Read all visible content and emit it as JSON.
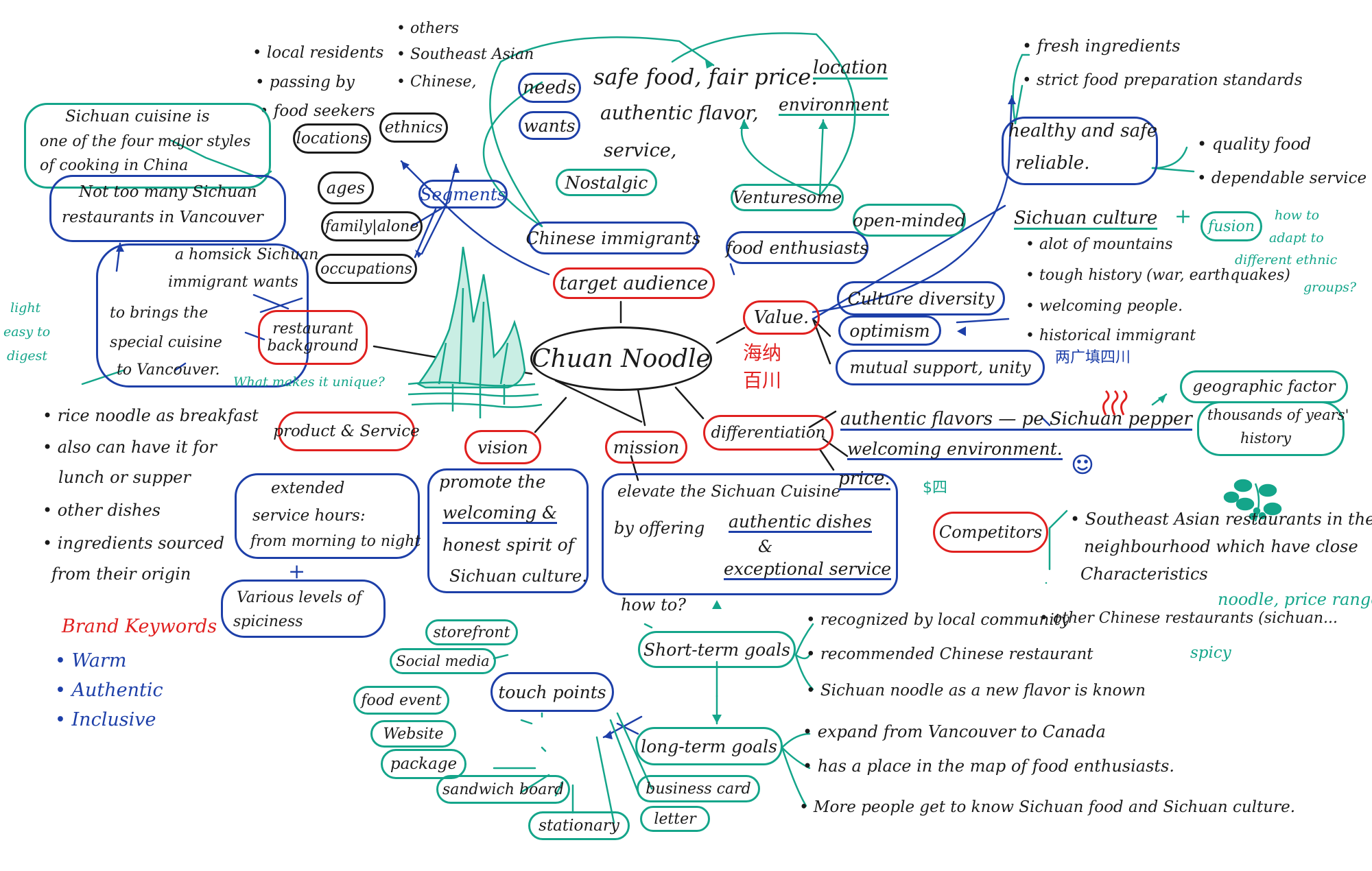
{
  "center": "Chuan Noodle",
  "target_audience": {
    "label": "target audience",
    "chinese_immigrants": "Chinese immigrants",
    "food_enthusiasts": "food enthusiasts",
    "nostalgic": "Nostalgic",
    "venturesome": "Venturesome",
    "open_minded": "open-minded",
    "needs": "needs",
    "needs_text": "safe food, fair price.",
    "location": "location",
    "wants": "wants",
    "wants_text": "authentic flavor,",
    "environment": "environment",
    "service": "service,"
  },
  "segments": {
    "label": "Segments",
    "ages": "ages",
    "family": "family|alone",
    "occupations": "occupations",
    "locations": "locations",
    "ethnics": "ethnics",
    "location_items": [
      "local residents",
      "passing by",
      "food seekers"
    ],
    "ethnic_items": [
      "others",
      "Southeast Asian",
      "Chinese,"
    ]
  },
  "background": {
    "label": "restaurant background",
    "line1": "restaurant",
    "line2": "background",
    "fact1": [
      "Sichuan cuisine is",
      "one of the four major styles",
      "of cooking in China"
    ],
    "fact2": [
      "Not too many Sichuan",
      "restaurants in Vancouver"
    ],
    "fact3": [
      "a homsick Sichuan",
      "immigrant wants",
      "to brings the",
      "special cuisine",
      "to Vancouver."
    ],
    "light": [
      "light",
      "easy to",
      "digest"
    ]
  },
  "product": {
    "label": "product & Service",
    "unique": "What makes it unique?",
    "items": [
      "rice noodle as breakfast",
      "also can have it for",
      "lunch or supper",
      "other dishes",
      "ingredients sourced",
      "from their origin"
    ],
    "hours": [
      "extended",
      "service hours:",
      "from morning to night"
    ],
    "plus": "+",
    "spice": [
      "Various levels of",
      "spiciness"
    ]
  },
  "brand": {
    "title": "Brand Keywords",
    "items": [
      "Warm",
      "Authentic",
      "Inclusive"
    ]
  },
  "vision": {
    "label": "vision",
    "lines": [
      "promote the",
      "welcoming &",
      "honest spirit of",
      "Sichuan culture."
    ]
  },
  "mission": {
    "label": "mission",
    "lines": [
      "elevate the Sichuan Cuisine",
      "by offering",
      "authentic dishes",
      "&",
      "exceptional service"
    ]
  },
  "value": {
    "label": "Value.",
    "chinese": [
      "海纳",
      "百川"
    ],
    "items": [
      "Culture diversity",
      "optimism",
      "mutual support, unity"
    ],
    "healthy": "healthy and safe",
    "reliable": "reliable.",
    "fresh": [
      "fresh ingredients",
      "strict food preparation standards"
    ],
    "quality": [
      "quality food",
      "dependable service"
    ],
    "culture_title": "Sichuan culture",
    "plus": "+",
    "fusion": "fusion",
    "fusion_note": [
      "how to",
      "adapt to",
      "different ethnic",
      "groups?"
    ],
    "culture_items": [
      "alot of mountains",
      "tough history (war, earthquakes)",
      "welcoming people.",
      "historical immigrant"
    ],
    "chinese2": "两广填四川"
  },
  "differentiation": {
    "label": "differentiation",
    "flavor": "authentic flavors — pe Sichuan pepper",
    "env": "welcoming environment.",
    "price": "price.",
    "dollar": "$四",
    "geo": "geographic factor",
    "history": [
      "thousands of years'",
      "history"
    ]
  },
  "competitors": {
    "label": "Competitors",
    "line1": [
      "Southeast Asian restaurants in the",
      "neighbourhood which have close",
      "Characteristics"
    ],
    "green": [
      "noodle, price range",
      "spicy"
    ],
    "line2": "other Chinese restaurants (sichuan..."
  },
  "goals": {
    "how": "how to?",
    "short": "Short-term goals",
    "short_items": [
      "recognized by local community",
      "recommended Chinese restaurant",
      "Sichuan noodle as a new flavor is known"
    ],
    "long": "long-term goals",
    "long_items": [
      "expand from Vancouver to Canada",
      "has a place in the map of food enthusiasts.",
      "More people get to know Sichuan food and Sichuan culture."
    ]
  },
  "touch": {
    "label": "touch points",
    "items": [
      "storefront",
      "Social media",
      "food event",
      "Website",
      "package",
      "sandwich board",
      "stationary",
      "business card",
      "letter"
    ]
  },
  "colors": {
    "black": "#1a1a1a",
    "blue": "#1d3fa8",
    "green": "#14a58a",
    "red": "#e0201f"
  }
}
